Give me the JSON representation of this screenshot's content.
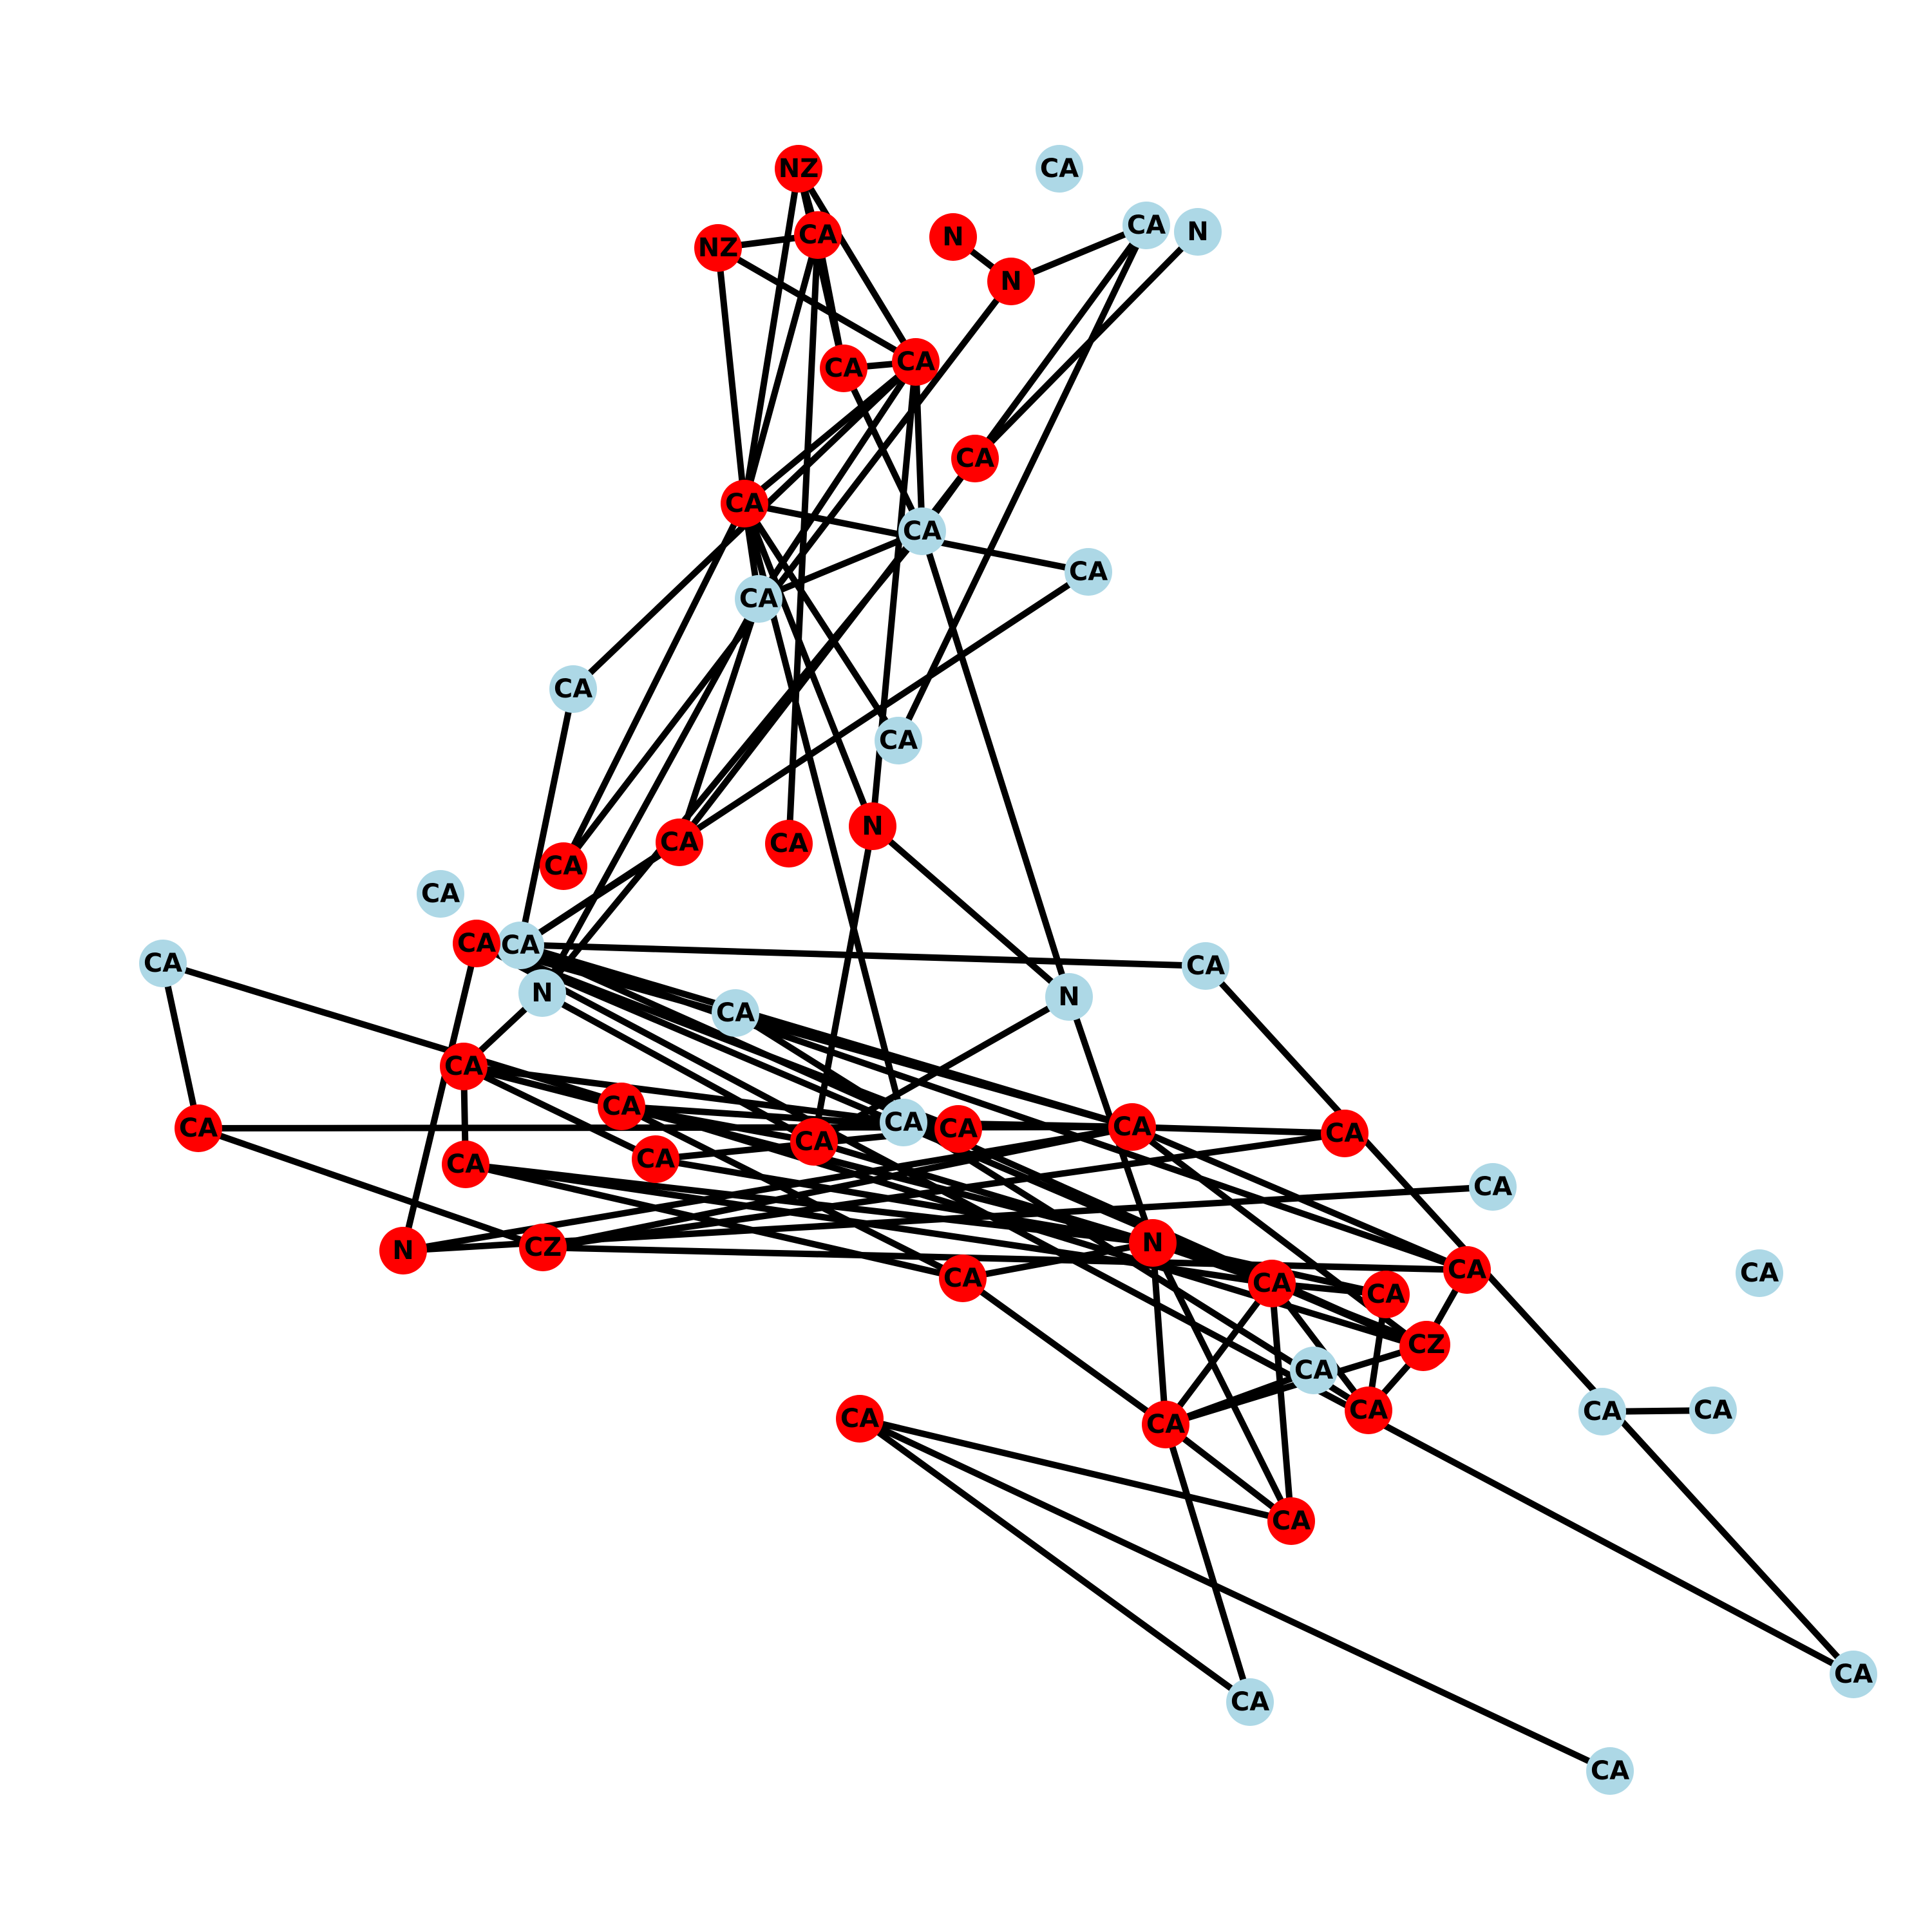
{
  "colors": {
    "red": "#ff0000",
    "blue": "#add8e6",
    "edge": "#000000",
    "text": "#000000"
  },
  "nodes": [
    {
      "id": "n0",
      "label": "NZ",
      "group": "red"
    },
    {
      "id": "n1",
      "label": "CA",
      "group": "blue"
    },
    {
      "id": "n2",
      "label": "NZ",
      "group": "red"
    },
    {
      "id": "n3",
      "label": "CA",
      "group": "red"
    },
    {
      "id": "n4",
      "label": "N",
      "group": "red"
    },
    {
      "id": "n5",
      "label": "CA",
      "group": "blue"
    },
    {
      "id": "n6",
      "label": "N",
      "group": "blue"
    },
    {
      "id": "n7",
      "label": "N",
      "group": "red"
    },
    {
      "id": "n8",
      "label": "CA",
      "group": "red"
    },
    {
      "id": "n9",
      "label": "CA",
      "group": "red"
    },
    {
      "id": "n10",
      "label": "CA",
      "group": "red"
    },
    {
      "id": "n11",
      "label": "CA",
      "group": "red"
    },
    {
      "id": "n12",
      "label": "CA",
      "group": "blue"
    },
    {
      "id": "n13",
      "label": "CA",
      "group": "blue"
    },
    {
      "id": "n14",
      "label": "CA",
      "group": "red"
    },
    {
      "id": "n15",
      "label": "CA",
      "group": "blue"
    },
    {
      "id": "n16",
      "label": "CA",
      "group": "blue"
    },
    {
      "id": "n17",
      "label": "N",
      "group": "red"
    },
    {
      "id": "n18",
      "label": "CA",
      "group": "red"
    },
    {
      "id": "n19",
      "label": "CA",
      "group": "blue"
    },
    {
      "id": "n20",
      "label": "CA",
      "group": "red"
    },
    {
      "id": "n21",
      "label": "CA",
      "group": "blue"
    },
    {
      "id": "n22",
      "label": "CA",
      "group": "blue"
    },
    {
      "id": "n23",
      "label": "CA",
      "group": "blue"
    },
    {
      "id": "n24",
      "label": "N",
      "group": "blue"
    },
    {
      "id": "n25",
      "label": "CA",
      "group": "blue"
    },
    {
      "id": "n26",
      "label": "CA",
      "group": "blue"
    },
    {
      "id": "n27",
      "label": "CA",
      "group": "red"
    },
    {
      "id": "n28",
      "label": "CA",
      "group": "red"
    },
    {
      "id": "n29",
      "label": "CA",
      "group": "red"
    },
    {
      "id": "n30",
      "label": "CA",
      "group": "red"
    },
    {
      "id": "n31",
      "label": "CA",
      "group": "red"
    },
    {
      "id": "n32",
      "label": "CA",
      "group": "blue"
    },
    {
      "id": "n33",
      "label": "N",
      "group": "blue"
    },
    {
      "id": "n34",
      "label": "CA",
      "group": "red"
    },
    {
      "id": "n35",
      "label": "CA",
      "group": "red"
    },
    {
      "id": "n36",
      "label": "CA",
      "group": "red"
    },
    {
      "id": "n37",
      "label": "CA",
      "group": "red"
    },
    {
      "id": "n38",
      "label": "CA",
      "group": "red"
    },
    {
      "id": "n39",
      "label": "CZ",
      "group": "red"
    },
    {
      "id": "n40",
      "label": "CA",
      "group": "red"
    },
    {
      "id": "n41",
      "label": "N",
      "group": "red"
    },
    {
      "id": "n42",
      "label": "CA",
      "group": "red"
    },
    {
      "id": "n43",
      "label": "CA",
      "group": "blue"
    },
    {
      "id": "n44",
      "label": "CA",
      "group": "red"
    },
    {
      "id": "n45",
      "label": "N",
      "group": "red"
    },
    {
      "id": "n46",
      "label": "CA",
      "group": "red"
    },
    {
      "id": "n47",
      "label": "CA",
      "group": "red"
    },
    {
      "id": "n48",
      "label": "CA",
      "group": "red"
    },
    {
      "id": "n49",
      "label": "CZ",
      "group": "red"
    },
    {
      "id": "n50",
      "label": "CA",
      "group": "blue"
    },
    {
      "id": "n51",
      "label": "CA",
      "group": "red"
    },
    {
      "id": "n52",
      "label": "CA",
      "group": "red"
    },
    {
      "id": "n53",
      "label": "CA",
      "group": "blue"
    },
    {
      "id": "n54",
      "label": "CA",
      "group": "red"
    },
    {
      "id": "n55",
      "label": "CA",
      "group": "blue"
    },
    {
      "id": "n56",
      "label": "CA",
      "group": "blue"
    },
    {
      "id": "n57",
      "label": "CA",
      "group": "blue"
    },
    {
      "id": "n58",
      "label": "CA",
      "group": "blue"
    },
    {
      "id": "n59",
      "label": "CA",
      "group": "blue"
    }
  ],
  "edges": [
    [
      "n0",
      "n3"
    ],
    [
      "n0",
      "n9"
    ],
    [
      "n0",
      "n10"
    ],
    [
      "n0",
      "n11"
    ],
    [
      "n2",
      "n3"
    ],
    [
      "n2",
      "n10"
    ],
    [
      "n2",
      "n11"
    ],
    [
      "n3",
      "n9"
    ],
    [
      "n3",
      "n11"
    ],
    [
      "n3",
      "n14"
    ],
    [
      "n9",
      "n10"
    ],
    [
      "n9",
      "n12"
    ],
    [
      "n10",
      "n11"
    ],
    [
      "n10",
      "n12"
    ],
    [
      "n10",
      "n17"
    ],
    [
      "n11",
      "n17"
    ],
    [
      "n11",
      "n13"
    ],
    [
      "n11",
      "n20"
    ],
    [
      "n11",
      "n16"
    ],
    [
      "n11",
      "n19"
    ],
    [
      "n11",
      "n32"
    ],
    [
      "n10",
      "n15"
    ],
    [
      "n10",
      "n16"
    ],
    [
      "n4",
      "n7"
    ],
    [
      "n7",
      "n5"
    ],
    [
      "n7",
      "n20"
    ],
    [
      "n5",
      "n8"
    ],
    [
      "n6",
      "n8"
    ],
    [
      "n5",
      "n19"
    ],
    [
      "n8",
      "n12"
    ],
    [
      "n8",
      "n18"
    ],
    [
      "n12",
      "n16"
    ],
    [
      "n12",
      "n24"
    ],
    [
      "n12",
      "n33"
    ],
    [
      "n13",
      "n21"
    ],
    [
      "n15",
      "n21"
    ],
    [
      "n16",
      "n18"
    ],
    [
      "n16",
      "n33"
    ],
    [
      "n17",
      "n24"
    ],
    [
      "n17",
      "n34"
    ],
    [
      "n18",
      "n21"
    ],
    [
      "n21",
      "n28"
    ],
    [
      "n21",
      "n29"
    ],
    [
      "n21",
      "n30"
    ],
    [
      "n24",
      "n34"
    ],
    [
      "n24",
      "n41"
    ],
    [
      "n26",
      "n48"
    ],
    [
      "n27",
      "n29"
    ],
    [
      "n27",
      "n39"
    ],
    [
      "n28",
      "n29"
    ],
    [
      "n28",
      "n30"
    ],
    [
      "n28",
      "n39"
    ],
    [
      "n29",
      "n30"
    ],
    [
      "n29",
      "n31"
    ],
    [
      "n29",
      "n32"
    ],
    [
      "n29",
      "n45"
    ],
    [
      "n29",
      "n38"
    ],
    [
      "n29",
      "n39"
    ],
    [
      "n30",
      "n38"
    ],
    [
      "n32",
      "n37"
    ],
    [
      "n32",
      "n40"
    ],
    [
      "n33",
      "n37"
    ],
    [
      "n33",
      "n34"
    ],
    [
      "n34",
      "n36"
    ],
    [
      "n34",
      "n41"
    ],
    [
      "n35",
      "n37"
    ],
    [
      "n35",
      "n40"
    ],
    [
      "n35",
      "n41"
    ],
    [
      "n36",
      "n41"
    ],
    [
      "n36",
      "n44"
    ],
    [
      "n36",
      "n37"
    ],
    [
      "n36",
      "n40"
    ],
    [
      "n37",
      "n42"
    ],
    [
      "n37",
      "n41"
    ],
    [
      "n38",
      "n40"
    ],
    [
      "n38",
      "n45"
    ],
    [
      "n41",
      "n42"
    ],
    [
      "n41",
      "n44"
    ],
    [
      "n41",
      "n46"
    ],
    [
      "n41",
      "n51"
    ],
    [
      "n41",
      "n47"
    ],
    [
      "n41",
      "n52"
    ],
    [
      "n44",
      "n42"
    ],
    [
      "n44",
      "n51"
    ],
    [
      "n42",
      "n46"
    ],
    [
      "n46",
      "n49"
    ],
    [
      "n46",
      "n52"
    ],
    [
      "n46",
      "n48"
    ],
    [
      "n46",
      "n51"
    ],
    [
      "n46",
      "n47"
    ],
    [
      "n48",
      "n47"
    ],
    [
      "n48",
      "n49"
    ],
    [
      "n51",
      "n49"
    ],
    [
      "n51",
      "n53"
    ],
    [
      "n51",
      "n50"
    ],
    [
      "n51",
      "n52"
    ],
    [
      "n52",
      "n54"
    ],
    [
      "n53",
      "n54"
    ],
    [
      "n54",
      "n58"
    ],
    [
      "n23",
      "n38"
    ],
    [
      "n23",
      "n59"
    ],
    [
      "n22",
      "n31"
    ],
    [
      "n22",
      "n30"
    ],
    [
      "n43",
      "n45"
    ],
    [
      "n55",
      "n56"
    ],
    [
      "n38",
      "n59"
    ],
    [
      "n31",
      "n39"
    ]
  ]
}
